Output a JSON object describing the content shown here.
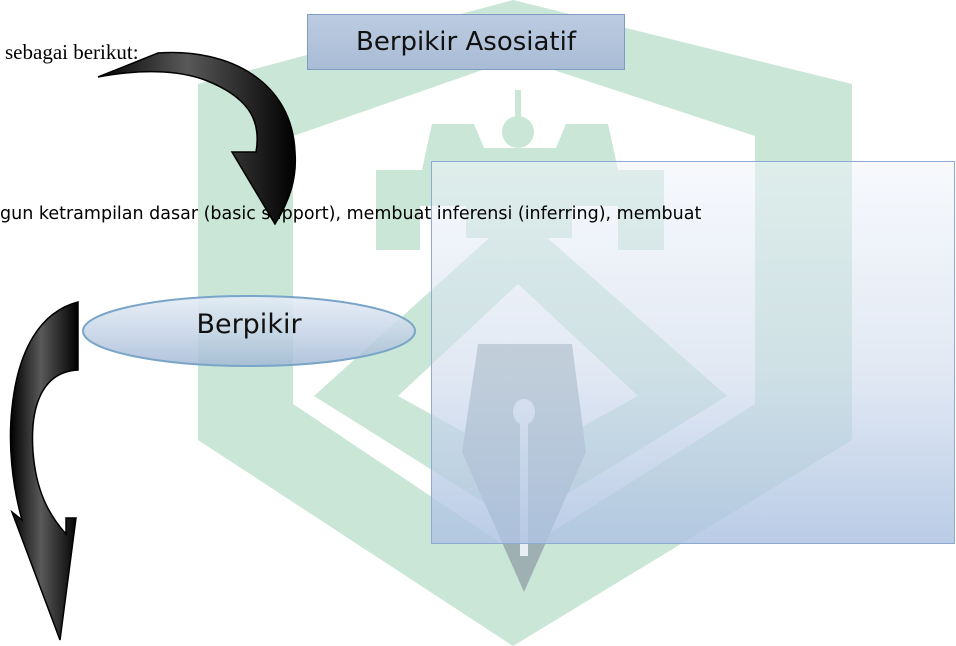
{
  "document": {
    "intro_text": "sebagai berikut:",
    "title_box": "Berpikir Asosiatif",
    "body_line": "gun ketrampilan dasar (basic support), membuat inferensi (inferring), membuat",
    "ellipse_label": "Berpikir"
  },
  "colors": {
    "watermark_green": "#c9e6d6",
    "box_blue": "#b1c3db",
    "border_blue": "#8eaad0"
  }
}
